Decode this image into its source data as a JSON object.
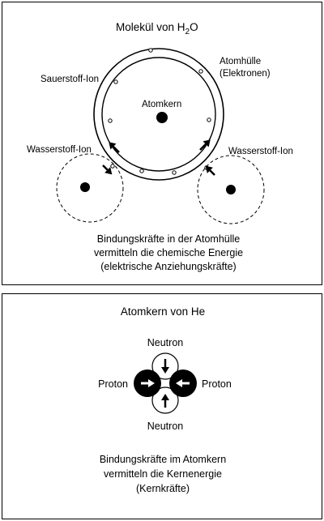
{
  "water": {
    "title_prefix": "Molekül von H",
    "title_sub": "2",
    "title_suffix": "O",
    "labels": {
      "oxygen_ion": "Sauerstoff-Ion",
      "electron_shell_line1": "Atomhülle",
      "electron_shell_line2": "(Elektronen)",
      "nucleus": "Atomkern",
      "hydrogen_ion_left": "Wasserstoff-Ion",
      "hydrogen_ion_right": "Wasserstoff-Ion"
    },
    "caption": [
      "Bindungskräfte in der Atomhülle",
      "vermitteln die chemische Energie",
      "(elektrische Anziehungskräfte)"
    ]
  },
  "helium": {
    "title": "Atomkern von He",
    "labels": {
      "neutron_top": "Neutron",
      "neutron_bottom": "Neutron",
      "proton_left": "Proton",
      "proton_right": "Proton"
    },
    "caption": [
      "Bindungskräfte im Atomkern",
      "vermitteln die Kernenergie",
      "(Kernkräfte)"
    ]
  },
  "colors": {
    "ink": "#000000",
    "background": "#ffffff"
  }
}
